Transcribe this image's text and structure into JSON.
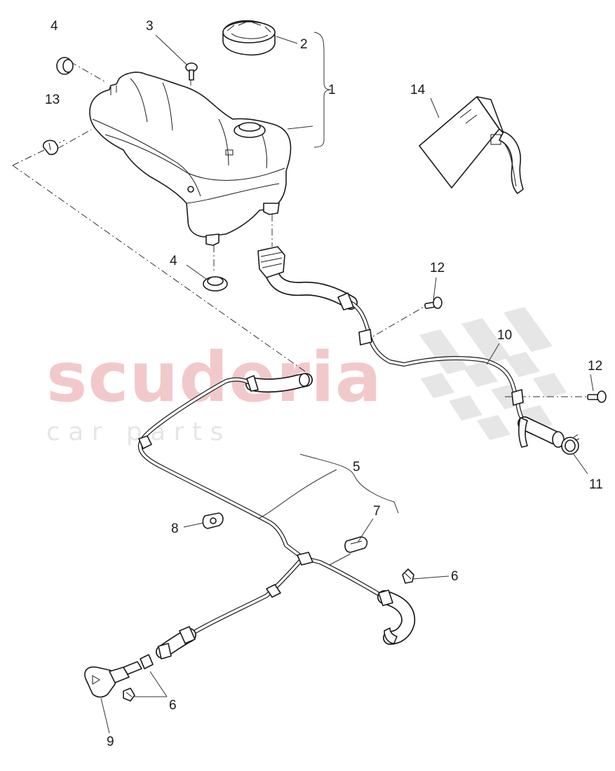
{
  "watermark": {
    "brand": "scuderia",
    "tagline": "c a r   p a r t s",
    "colors": {
      "brand_text": "#f2c9ca",
      "tagline_text": "#e6e6e6",
      "checker": "#e6e6e6"
    }
  },
  "diagram": {
    "line_color": "#1a1a1a",
    "callouts": [
      {
        "id": "c1",
        "label": "1"
      },
      {
        "id": "c2",
        "label": "2"
      },
      {
        "id": "c3",
        "label": "3"
      },
      {
        "id": "c4a",
        "label": "4"
      },
      {
        "id": "c4b",
        "label": "4"
      },
      {
        "id": "c5",
        "label": "5"
      },
      {
        "id": "c6a",
        "label": "6"
      },
      {
        "id": "c6b",
        "label": "6"
      },
      {
        "id": "c7",
        "label": "7"
      },
      {
        "id": "c8",
        "label": "8"
      },
      {
        "id": "c9",
        "label": "9"
      },
      {
        "id": "c10",
        "label": "10"
      },
      {
        "id": "c11",
        "label": "11"
      },
      {
        "id": "c12a",
        "label": "12"
      },
      {
        "id": "c12b",
        "label": "12"
      },
      {
        "id": "c13",
        "label": "13"
      },
      {
        "id": "c14",
        "label": "14"
      }
    ]
  }
}
